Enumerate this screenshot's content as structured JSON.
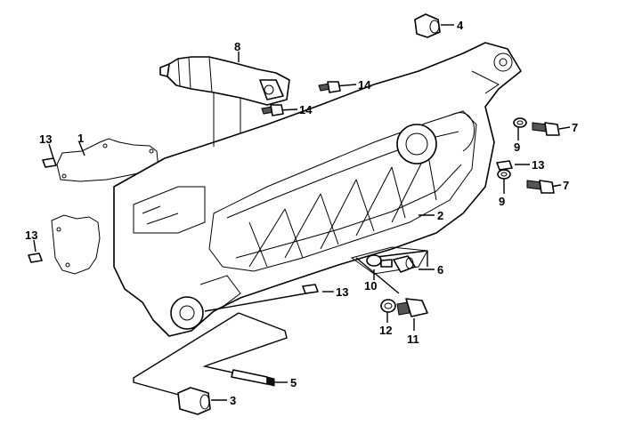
{
  "diagram": {
    "labels": [
      {
        "id": "1",
        "text": "1"
      },
      {
        "id": "2",
        "text": "2"
      },
      {
        "id": "3",
        "text": "3"
      },
      {
        "id": "4",
        "text": "4"
      },
      {
        "id": "5",
        "text": "5"
      },
      {
        "id": "6",
        "text": "6"
      },
      {
        "id": "7a",
        "text": "7"
      },
      {
        "id": "7b",
        "text": "7"
      },
      {
        "id": "8",
        "text": "8"
      },
      {
        "id": "9a",
        "text": "9"
      },
      {
        "id": "9b",
        "text": "9"
      },
      {
        "id": "10",
        "text": "10"
      },
      {
        "id": "11",
        "text": "11"
      },
      {
        "id": "12",
        "text": "12"
      },
      {
        "id": "13a",
        "text": "13"
      },
      {
        "id": "13b",
        "text": "13"
      },
      {
        "id": "13c",
        "text": "13"
      },
      {
        "id": "13d",
        "text": "13"
      },
      {
        "id": "14a",
        "text": "14"
      },
      {
        "id": "14b",
        "text": "14"
      }
    ]
  }
}
